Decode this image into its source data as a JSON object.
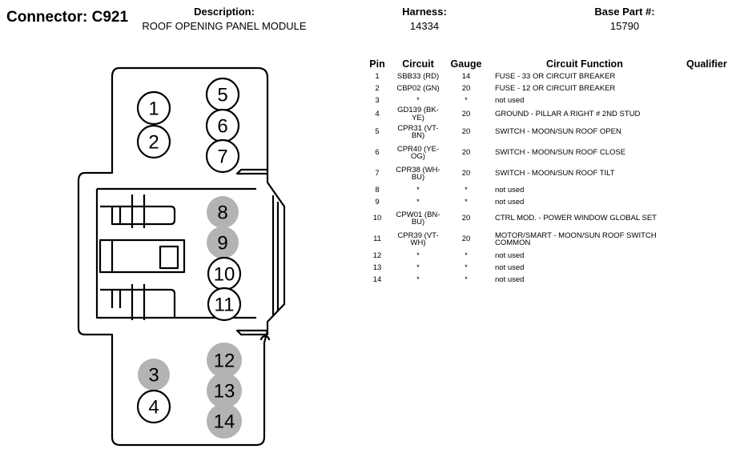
{
  "header": {
    "connector_title": "Connector: C921",
    "description_label": "Description:",
    "description_value": "ROOF OPENING PANEL MODULE",
    "harness_label": "Harness:",
    "harness_value": "14334",
    "base_part_label": "Base Part #:",
    "base_part_value": "15790"
  },
  "table": {
    "headers": {
      "pin": "Pin",
      "circuit": "Circuit",
      "gauge": "Gauge",
      "function": "Circuit Function",
      "qualifier": "Qualifier"
    },
    "rows": [
      {
        "pin": "1",
        "circuit": "SBB33 (RD)",
        "gauge": "14",
        "function": "FUSE - 33 OR CIRCUIT BREAKER"
      },
      {
        "pin": "2",
        "circuit": "CBP02 (GN)",
        "gauge": "20",
        "function": "FUSE - 12 OR CIRCUIT BREAKER"
      },
      {
        "pin": "3",
        "circuit": "*",
        "gauge": "*",
        "function": "not used"
      },
      {
        "pin": "4",
        "circuit": "GD139 (BK-YE)",
        "gauge": "20",
        "function": "GROUND - PILLAR A RIGHT # 2ND STUD"
      },
      {
        "pin": "5",
        "circuit": "CPR31 (VT-\nBN)",
        "gauge": "20",
        "function": "SWITCH - MOON/SUN ROOF OPEN"
      },
      {
        "pin": "6",
        "circuit": "CPR40 (YE-\nOG)",
        "gauge": "20",
        "function": "SWITCH - MOON/SUN ROOF CLOSE"
      },
      {
        "pin": "7",
        "circuit": "CPR38 (WH-\nBU)",
        "gauge": "20",
        "function": "SWITCH - MOON/SUN ROOF TILT"
      },
      {
        "pin": "8",
        "circuit": "*",
        "gauge": "*",
        "function": "not used"
      },
      {
        "pin": "9",
        "circuit": "*",
        "gauge": "*",
        "function": "not used"
      },
      {
        "pin": "10",
        "circuit": "CPW01 (BN-\nBU)",
        "gauge": "20",
        "function": "CTRL MOD. - POWER WINDOW GLOBAL SET"
      },
      {
        "pin": "11",
        "circuit": "CPR39 (VT-\nWH)",
        "gauge": "20",
        "function": "MOTOR/SMART - MOON/SUN ROOF SWITCH\nCOMMON"
      },
      {
        "pin": "12",
        "circuit": "*",
        "gauge": "*",
        "function": "not used"
      },
      {
        "pin": "13",
        "circuit": "*",
        "gauge": "*",
        "function": "not used"
      },
      {
        "pin": "14",
        "circuit": "*",
        "gauge": "*",
        "function": "not used"
      }
    ]
  },
  "connector": {
    "pins": [
      {
        "label": "1",
        "used": true
      },
      {
        "label": "2",
        "used": true
      },
      {
        "label": "3",
        "used": false
      },
      {
        "label": "4",
        "used": true
      },
      {
        "label": "5",
        "used": true
      },
      {
        "label": "6",
        "used": true
      },
      {
        "label": "7",
        "used": true
      },
      {
        "label": "8",
        "used": false
      },
      {
        "label": "9",
        "used": false
      },
      {
        "label": "10",
        "used": true
      },
      {
        "label": "11",
        "used": true
      },
      {
        "label": "12",
        "used": false
      },
      {
        "label": "13",
        "used": false
      },
      {
        "label": "14",
        "used": false
      }
    ],
    "colors": {
      "used_fill": "#ffffff",
      "unused_fill": "#b3b3b3",
      "outline": "#000000"
    }
  }
}
